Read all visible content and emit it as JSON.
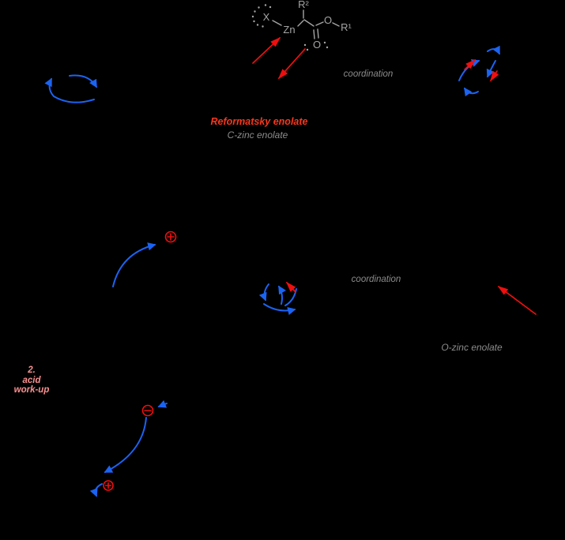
{
  "molecule": {
    "halide_label": "X",
    "metal_label": "Zn",
    "alpha_substituent_label": "R²",
    "ester_oxygen_label": "O",
    "ester_alkyl_label": "R¹",
    "carbonyl_oxygen_label": "O"
  },
  "labels": {
    "coordination_top": "coordination",
    "reformatsky_enolate": "Reformatsky enolate",
    "c_zinc_enolate": "C-zinc enolate",
    "coordination_middle": "coordination",
    "o_zinc_enolate": "O-zinc enolate",
    "workup_step": {
      "line1": "2.",
      "line2": "acid",
      "line3": "work-up"
    }
  },
  "symbols": {
    "plus_charge": "⊕",
    "minus_charge": "⊖"
  },
  "colors": {
    "background": "#000000",
    "structure_gray": "#a5a5a5",
    "label_gray": "#8c8c8c",
    "arrow_blue": "#1b63f2",
    "arrow_red": "#ee0f0f",
    "title_red": "#f8371c",
    "workup_pink": "#f99090"
  }
}
